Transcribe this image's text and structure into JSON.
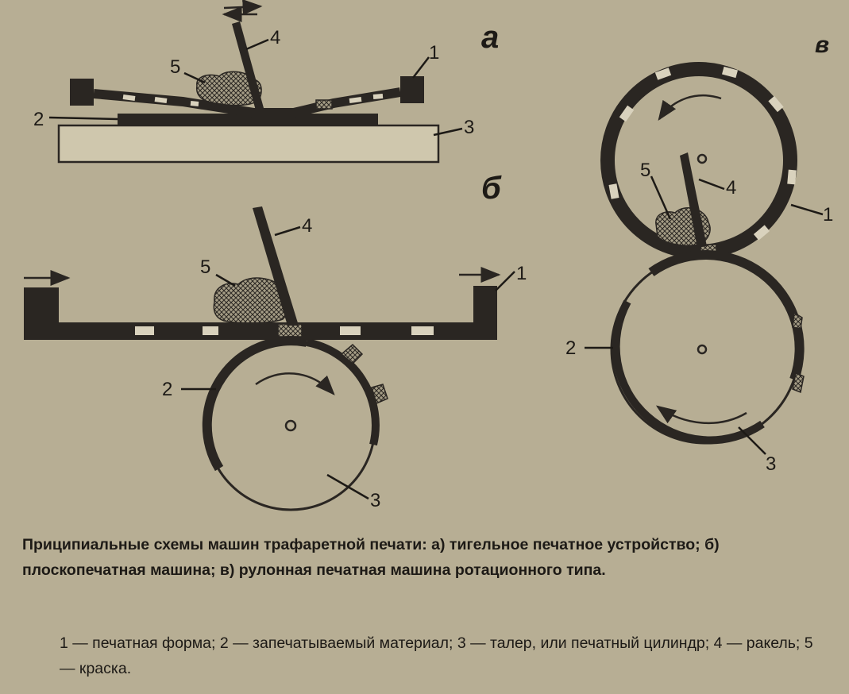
{
  "panels": {
    "a": "а",
    "b": "б",
    "v": "в"
  },
  "numbers": {
    "n1": "1",
    "n2": "2",
    "n3": "3",
    "n4": "4",
    "n5": "5"
  },
  "caption": "Приципиальные схемы машин трафаретной печати: а) тигельное печатное устройство; б) плоскопечатная машина; в) рулонная печатная машина ротационного типа.",
  "legend": "1 — печатная форма; 2 — запечатываемый материал; 3 — талер, или печатный цилиндр; 4 — ракель; 5 — краска."
}
